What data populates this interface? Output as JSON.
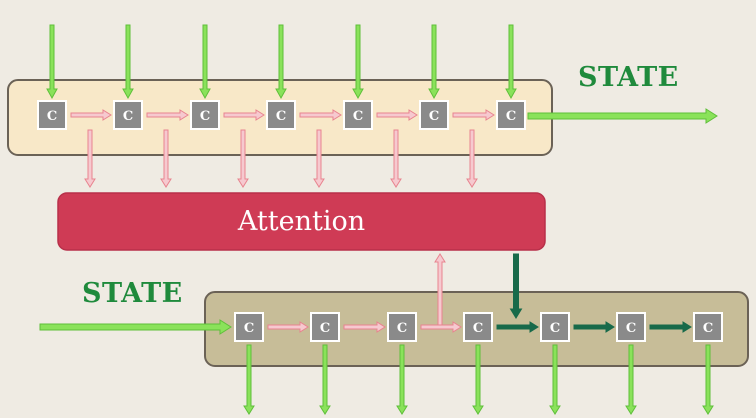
{
  "diagram": {
    "encoder_cell_label": "C",
    "decoder_cell_label": "C",
    "state_top_label": "STATE",
    "state_bottom_label": "STATE",
    "attention_label": "Attention",
    "encoder_cell_count": 7,
    "decoder_cell_count": 7,
    "decoder_attention_cell": 4,
    "colors": {
      "background": "#efebe3",
      "encoder_panel": "#f8e8c8",
      "decoder_panel": "#c7bd98",
      "panel_border": "#6b6256",
      "cell_fill": "#8a8a8a",
      "cell_border": "#ffffff",
      "input_arrow": "#8ae25a",
      "state_arrow": "#8ae25a",
      "pink_arrow": "#e8848f",
      "dark_green_arrow": "#186a4a",
      "attention_fill": "#cf3b55",
      "state_text": "#1f8a3c"
    }
  }
}
